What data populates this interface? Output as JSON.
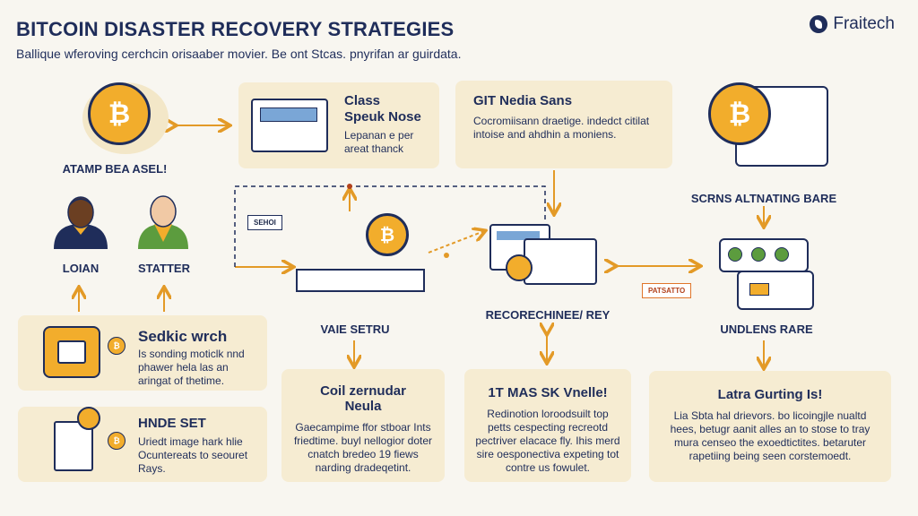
{
  "header": {
    "title": "BITCOIN DISASTER RECOVERY STRATEGIES",
    "subtitle": "Ballique wferoving cerchcin orisaaber movier. Be ont Stcas. pnyrifan ar guirdata.",
    "brand": "Fraitech"
  },
  "left": {
    "coin_label": "ATAMP BEA ASEL!",
    "person1_label": "LOIAN",
    "person2_label": "STATTER",
    "card1": {
      "title": "Sedkic wrch",
      "text": "Is sonding moticlk nnd phawer hela las an aringat of thetime."
    },
    "card2": {
      "title": "HNDE SET",
      "text": "Uriedt image hark hlie Ocuntereats to seouret Rays."
    }
  },
  "top_center": {
    "card1": {
      "title_line1": "Class",
      "title_line2": "Speuk Nose",
      "text": "Lepanan e per areat thanck"
    },
    "card2": {
      "title": "GIT Nedia Sans",
      "text": "Cocromiisann draetige. indedct citilat intoise and ahdhin a moniens."
    }
  },
  "center": {
    "tag_label": "SEHOI",
    "label": "VAIE SETRU",
    "card": {
      "title_line1": "Coil zernudar",
      "title_line2": "Neula",
      "text": "Gaecampime ffor stboar Ints friedtime. buyl nellogior doter cnatch bredeo 19 fiews narding dradeqetint."
    }
  },
  "center_right": {
    "label": "RECORECHINEE/ REY",
    "card": {
      "title": "1T MAS SK Vnelle!",
      "text": "Redinotion loroodsuilt top petts cespecting recreotd pectriver elacace fly. Ihis merd sire oesponectiva expeting tot contre us fowulet."
    }
  },
  "right": {
    "label_top": "SCRNS ALTNATING BARE",
    "tag_label": "PATSATTO",
    "label_bottom": "UNDLENS RARE",
    "card": {
      "title": "Latra Gurting Is!",
      "text": "Lia Sbta hal drievors. bo licoingjle nualtd hees, betugr aanit alles an to stose to tray mura censeo the exoedtictites. betaruter rapetiing being seen corstemoedt."
    }
  },
  "icons": {
    "coin_symbol": "₿"
  },
  "colors": {
    "navy": "#1f2d5a",
    "orange": "#f2ad2c",
    "arrow": "#e39a27",
    "panel": "#f6ecd2"
  }
}
